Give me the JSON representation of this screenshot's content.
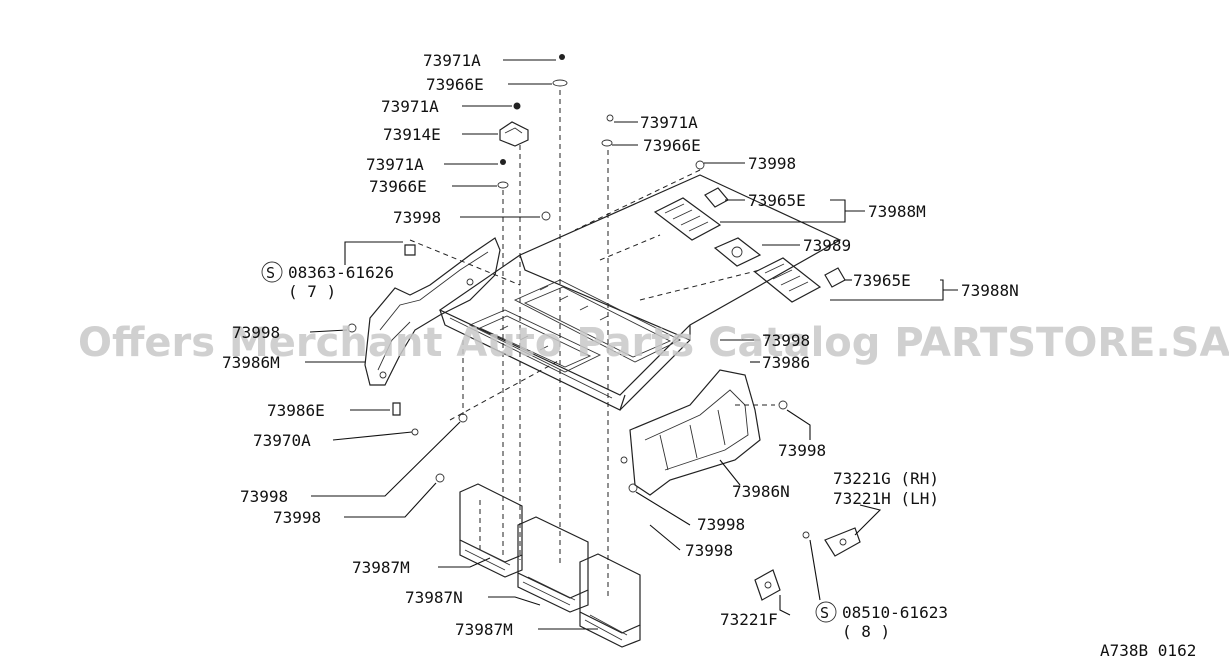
{
  "labels": {
    "p73971A_1": "73971A",
    "p73966E_1": "73966E",
    "p73971A_2": "73971A",
    "p73914E": "73914E",
    "p73971A_3": "73971A",
    "p73966E_2": "73966E",
    "p73998_1": "73998",
    "s08363": "08363-61626",
    "s08363_qty": "( 7 )",
    "p73998_2": "73998",
    "p73986M": "73986M",
    "p73986E": "73986E",
    "p73970A": "73970A",
    "p73998_3": "73998",
    "p73998_4": "73998",
    "p73987M_1": "73987M",
    "p73987N": "73987N",
    "p73987M_2": "73987M",
    "p73971A_4": "73971A",
    "p73966E_3": "73966E",
    "p73998_5": "73998",
    "p73965E_1": "73965E",
    "p73988M": "73988M",
    "p73989": "73989",
    "p73965E_2": "73965E",
    "p73988N": "73988N",
    "p73998_6": "73998",
    "p73986": "73986",
    "p73998_7": "73998",
    "p73986N": "73986N",
    "p73221G": "73221G (RH)",
    "p73221H": "73221H (LH)",
    "p73998_8": "73998",
    "p73998_9": "73998",
    "p73221F": "73221F",
    "s08510": "08510-61623",
    "s08510_qty": "( 8 )",
    "screw_symbol": "S"
  },
  "watermark": "Offers Merchant Auto Parts Catalog PARTSTORE.SA",
  "diagram_code": "A738B 0162"
}
